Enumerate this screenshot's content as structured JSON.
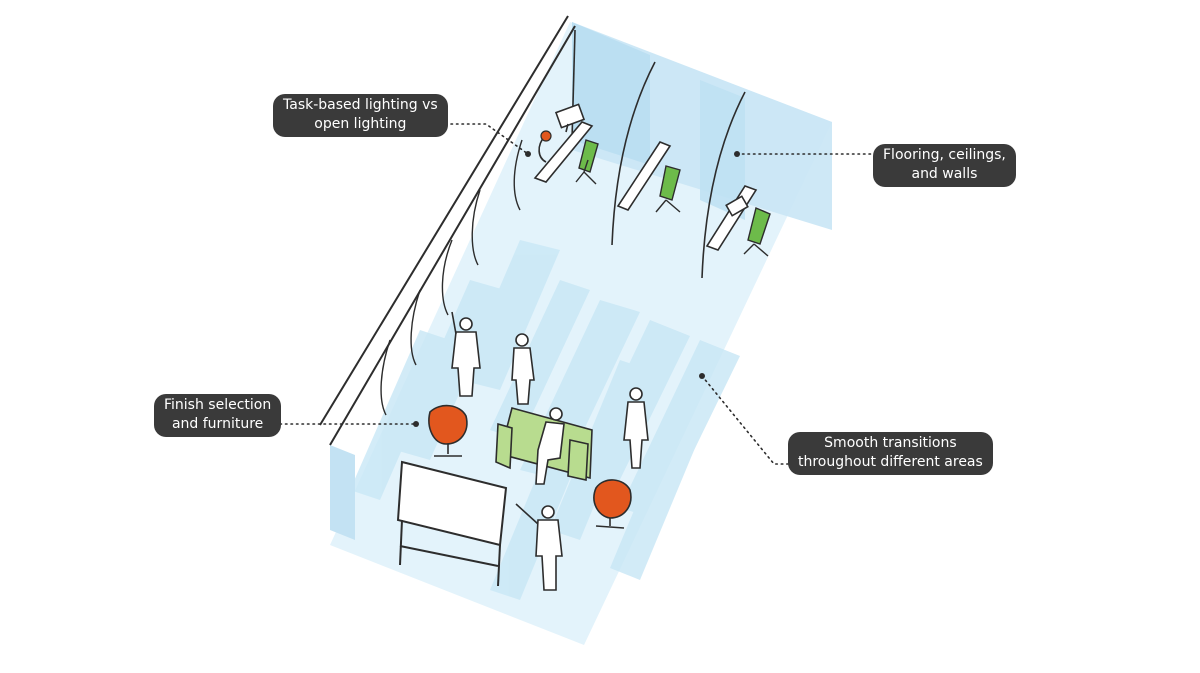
{
  "callouts": {
    "task_lighting": {
      "line1": "Task-based lighting vs",
      "line2": "open lighting"
    },
    "flooring": {
      "line1": "Flooring, ceilings,",
      "line2": "and walls"
    },
    "finish": {
      "line1": "Finish selection",
      "line2": "and furniture"
    },
    "transitions": {
      "line1": "Smooth transitions",
      "line2": "throughout different areas"
    }
  },
  "colors": {
    "callout_bg": "#3a3a3a",
    "callout_text": "#ffffff",
    "floor_blue": "#d6eef9",
    "glass_blue": "#c2e3f4",
    "chair_orange": "#e2571e",
    "sofa_green": "#b8dc8f",
    "desk_chair_green": "#6dbb4a",
    "outline": "#2d2d2d"
  },
  "icons": [
    "person-figure-icon",
    "desk-icon",
    "lounge-chair-icon",
    "sofa-icon",
    "whiteboard-icon",
    "desk-lamp-icon"
  ]
}
